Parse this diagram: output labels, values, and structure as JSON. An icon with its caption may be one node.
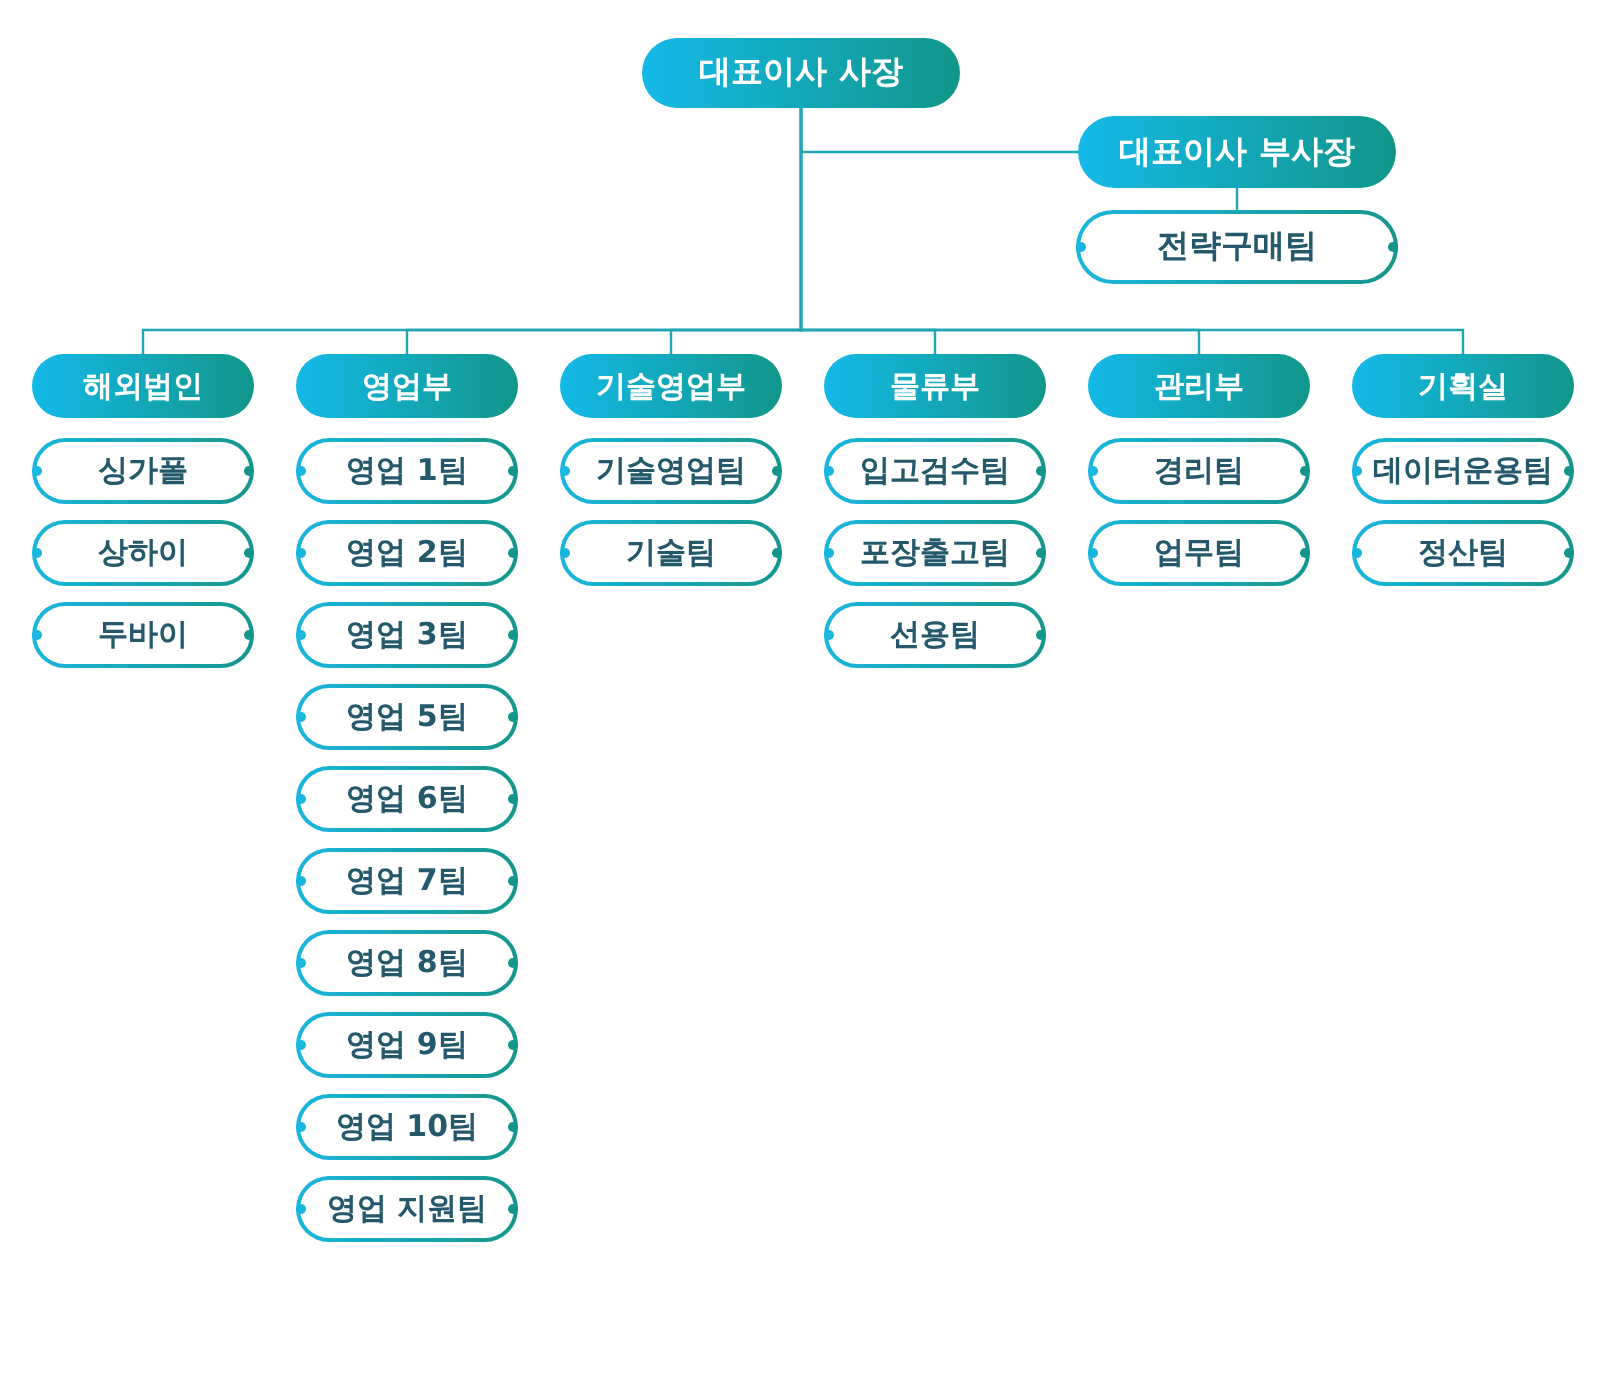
{
  "diagram": {
    "nodes": [
      {
        "text": [
          "대표이사 사장"
        ]
      },
      {
        "text": [
          "대표이사 부사장"
        ]
      },
      {
        "text": [
          "전략구매팀"
        ]
      },
      {
        "text": [
          "해외법인"
        ]
      },
      {
        "text": [
          "싱가폴"
        ]
      },
      {
        "text": [
          "상하이"
        ]
      },
      {
        "text": [
          "두바이"
        ]
      },
      {
        "text": [
          "영업부"
        ]
      },
      {
        "text": [
          "영업 1팀"
        ]
      },
      {
        "text": [
          "영업 2팀"
        ]
      },
      {
        "text": [
          "영업 3팀"
        ]
      },
      {
        "text": [
          "영업 5팀"
        ]
      },
      {
        "text": [
          "영업 6팀"
        ]
      },
      {
        "text": [
          "영업 7팀"
        ]
      },
      {
        "text": [
          "영업 8팀"
        ]
      },
      {
        "text": [
          "영업 9팀"
        ]
      },
      {
        "text": [
          "영업 10팀"
        ]
      },
      {
        "text": [
          "영업 지원팀"
        ]
      },
      {
        "text": [
          "기술영업부"
        ]
      },
      {
        "text": [
          "기술영업팀"
        ]
      },
      {
        "text": [
          "기술팀"
        ]
      },
      {
        "text": [
          "물류부"
        ]
      },
      {
        "text": [
          "입고검수팀"
        ]
      },
      {
        "text": [
          "포장출고팀"
        ]
      },
      {
        "text": [
          "선용팀"
        ]
      },
      {
        "text": [
          "관리부"
        ]
      },
      {
        "text": [
          "경리팀"
        ]
      },
      {
        "text": [
          "업무팀"
        ]
      },
      {
        "text": [
          "기획실"
        ]
      },
      {
        "text": [
          "데이터운용팀"
        ]
      },
      {
        "text": [
          "정산팀"
        ]
      }
    ],
    "edges": [
      {
        "from": 0,
        "to": 1,
        "arrow": "none"
      },
      {
        "from": 1,
        "to": 2,
        "arrow": "none"
      },
      {
        "from": 0,
        "to": 3,
        "arrow": "none"
      },
      {
        "from": 0,
        "to": 7,
        "arrow": "none"
      },
      {
        "from": 0,
        "to": 18,
        "arrow": "none"
      },
      {
        "from": 0,
        "to": 21,
        "arrow": "none"
      },
      {
        "from": 0,
        "to": 25,
        "arrow": "none"
      },
      {
        "from": 0,
        "to": 28,
        "arrow": "none"
      }
    ]
  }
}
